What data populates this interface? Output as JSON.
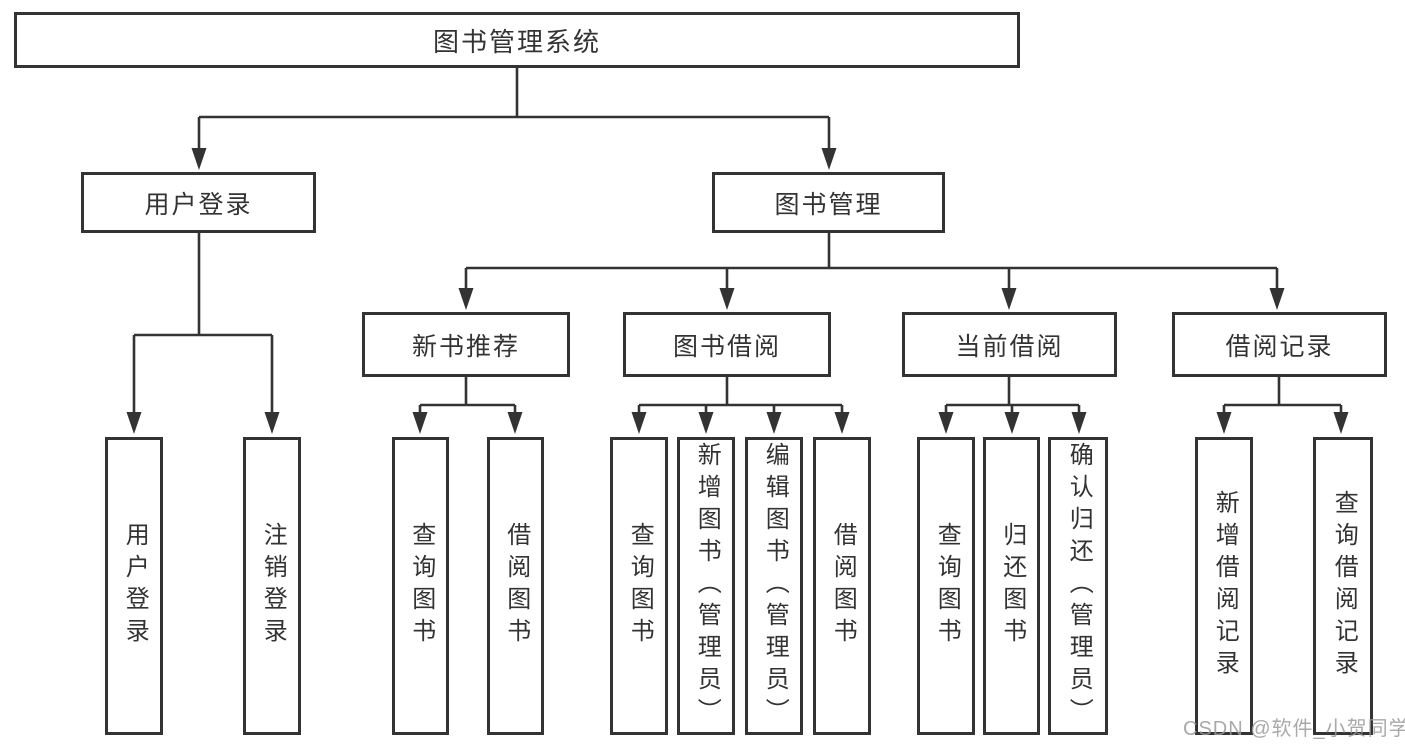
{
  "watermark": "CSDN @软件_小贺同学",
  "colors": {
    "line": "#333333",
    "box_border": "#333333",
    "box_background": "#ffffff",
    "text": "#333333",
    "watermark": "#9a9a9a"
  },
  "tree": {
    "root": {
      "label": "图书管理系统"
    },
    "branches": [
      {
        "label": "用户登录",
        "children": [
          {
            "label": "用户登录"
          },
          {
            "label": "注销登录"
          }
        ]
      },
      {
        "label": "图书管理",
        "children": [
          {
            "label": "新书推荐",
            "children": [
              {
                "label": "查询图书"
              },
              {
                "label": "借阅图书"
              }
            ]
          },
          {
            "label": "图书借阅",
            "children": [
              {
                "label": "查询图书"
              },
              {
                "label": "新增图书（管理员）"
              },
              {
                "label": "编辑图书（管理员）"
              },
              {
                "label": "借阅图书"
              }
            ]
          },
          {
            "label": "当前借阅",
            "children": [
              {
                "label": "查询图书"
              },
              {
                "label": "归还图书"
              },
              {
                "label": "确认归还（管理员）"
              }
            ]
          },
          {
            "label": "借阅记录",
            "children": [
              {
                "label": "新增借阅记录"
              },
              {
                "label": "查询借阅记录"
              }
            ]
          }
        ]
      }
    ]
  }
}
